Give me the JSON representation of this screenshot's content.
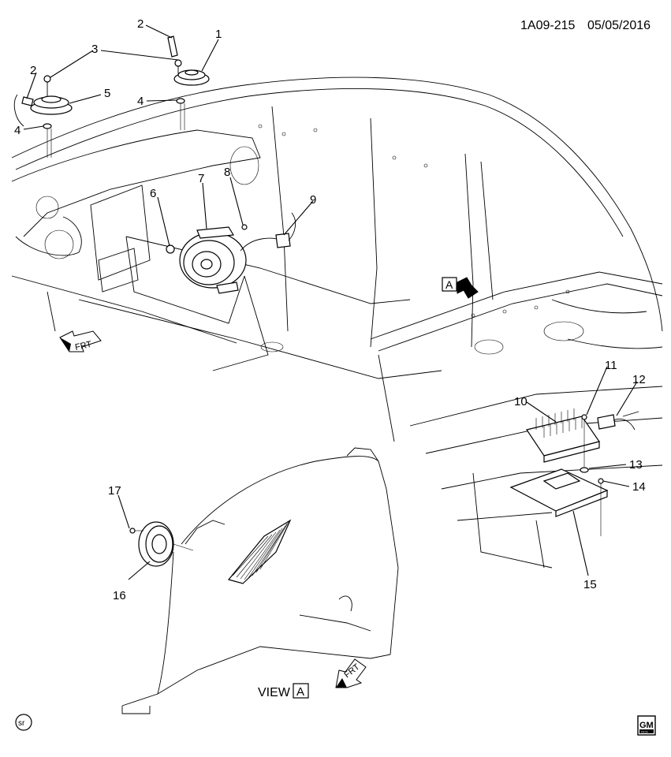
{
  "header": {
    "code": "1A09-215",
    "date": "05/05/2016"
  },
  "callouts": [
    "1",
    "2",
    "2",
    "3",
    "4",
    "4",
    "5",
    "6",
    "7",
    "8",
    "9",
    "10",
    "11",
    "12",
    "13",
    "14",
    "15",
    "16",
    "17"
  ],
  "view_marker": {
    "box_letter": "A",
    "view_label": "VIEW",
    "view_letter": "A"
  },
  "front_arrows": {
    "label": "FRT"
  },
  "footer": {
    "sr_badge": "sr",
    "brand_logo": "GM",
    "brand_sub": "OCS"
  }
}
